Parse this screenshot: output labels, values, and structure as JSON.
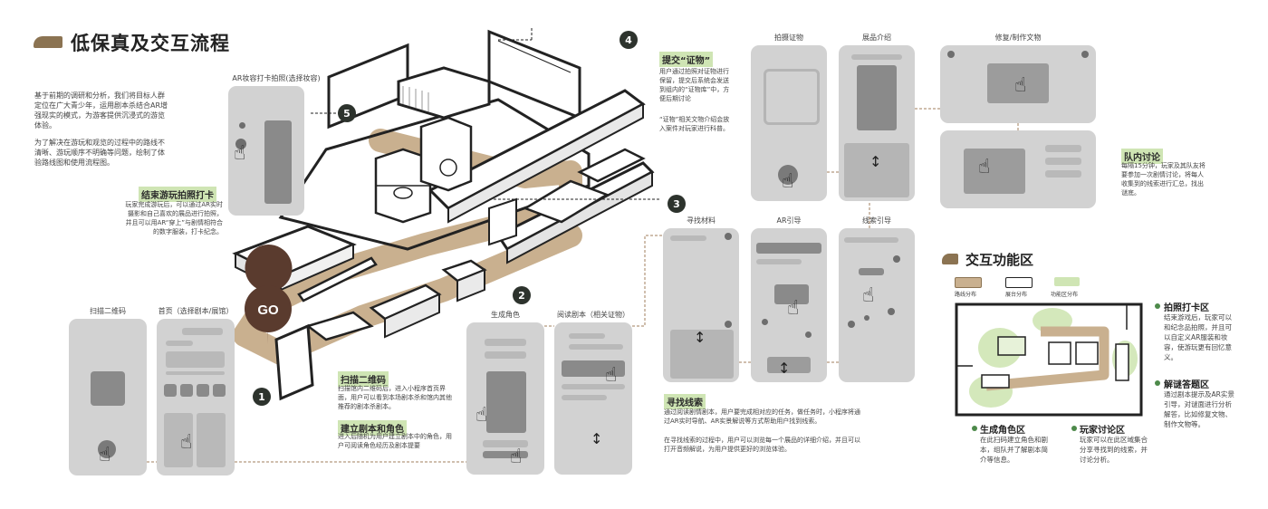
{
  "title": "低保真及交互流程",
  "intro": {
    "p1": "基于前期的调研和分析，我们将目标人群定位在广大青少年，运用剧本杀结合AR增强现实的模式，为游客提供沉浸式的游览体验。",
    "p2": "为了解决在游玩和观览的过程中的路线不清晰、游玩顺序不明确等问题，绘制了体验路线图和使用流程图。"
  },
  "steps": {
    "s1": "1",
    "s2": "2",
    "s3": "3",
    "s4": "4",
    "s5": "5"
  },
  "map_label": "GO",
  "sections": {
    "end_photo": {
      "tag": "结束游玩拍照打卡",
      "text": "玩家完成游玩后，可以通过AR实时摄影和自己喜欢的展品进行拍照，并且可以用AR“穿上”与剧情相符合的数字服装，打卡纪念。"
    },
    "scan": {
      "tag": "扫描二维码",
      "text": "扫描馆内二维码后，进入小程序首页界面，用户可以看到本场剧本杀和馆内其他推荐的剧本杀剧本。"
    },
    "role": {
      "tag": "建立剧本和角色",
      "text": "进入后随机为用户建立剧本中的角色，用户可阅读角色经历及剧本提要"
    },
    "submit": {
      "tag": "提交“证物”",
      "text1": "用户通过拍照对证物进行保留，提交后系统会发送到组内的“证物库”中，方便后期讨论",
      "text2": "“证物”相关文物介绍会放入案件对玩家进行科普。"
    },
    "clue": {
      "tag": "寻找线索",
      "text1": "通过阅读剧情剧本，用户要完成相对应的任务，做任务时，小程序将通过AR实时导航、AR实景解说等方式帮助用户找到线索。",
      "text2": "在寻找线索的过程中，用户可以浏览每一个展品的详细介绍，并且可以打开音频解说，为用户提供更好的浏览体验。"
    },
    "team": {
      "tag": "队内讨论",
      "text": "每隔15分钟，玩家及其队友将要参加一次剧情讨论，将每人收集到的线索进行汇总，找出谜底。"
    }
  },
  "phones": {
    "ar_photo": "AR妆容打卡拍照(选择妆容)",
    "qr": "扫描二维码",
    "home": "首页（选择剧本/展馆）",
    "role": "生成角色",
    "read": "阅读剧本（相关证物）",
    "find": "寻找材料",
    "ar_guide": "AR引导",
    "line_guide": "线索引导",
    "evidence": "拍摄证物",
    "exhibit": "展品介绍",
    "repair": "修复/制作文物"
  },
  "zones": {
    "title": "交互功能区",
    "legend": [
      "路线分布",
      "展台分布",
      "功能区分布"
    ],
    "photo_zone": {
      "title": "拍照打卡区",
      "text": "结束游戏后，玩家可以和纪念品拍照，并且可以自定义AR服装和妆容，使游玩更有回忆意义。"
    },
    "puzzle_zone": {
      "title": "解谜答题区",
      "text": "通过剧本提示及AR实景引导，对谜面进行分析解答，比如修复文物、制作文物等。"
    },
    "role_zone": {
      "title": "生成角色区",
      "text": "在此扫码建立角色和剧本，组队并了解剧本简介等信息。"
    },
    "discuss_zone": {
      "title": "玩家讨论区",
      "text": "玩家可以在此区域集合分享寻找到的线索，并讨论分析。"
    }
  },
  "colors": {
    "accent": "#8b7352",
    "route": "#c9b08f",
    "green": "#cfe5b4",
    "dot": "#4d8a4a",
    "phone": "#d2d2d2"
  }
}
